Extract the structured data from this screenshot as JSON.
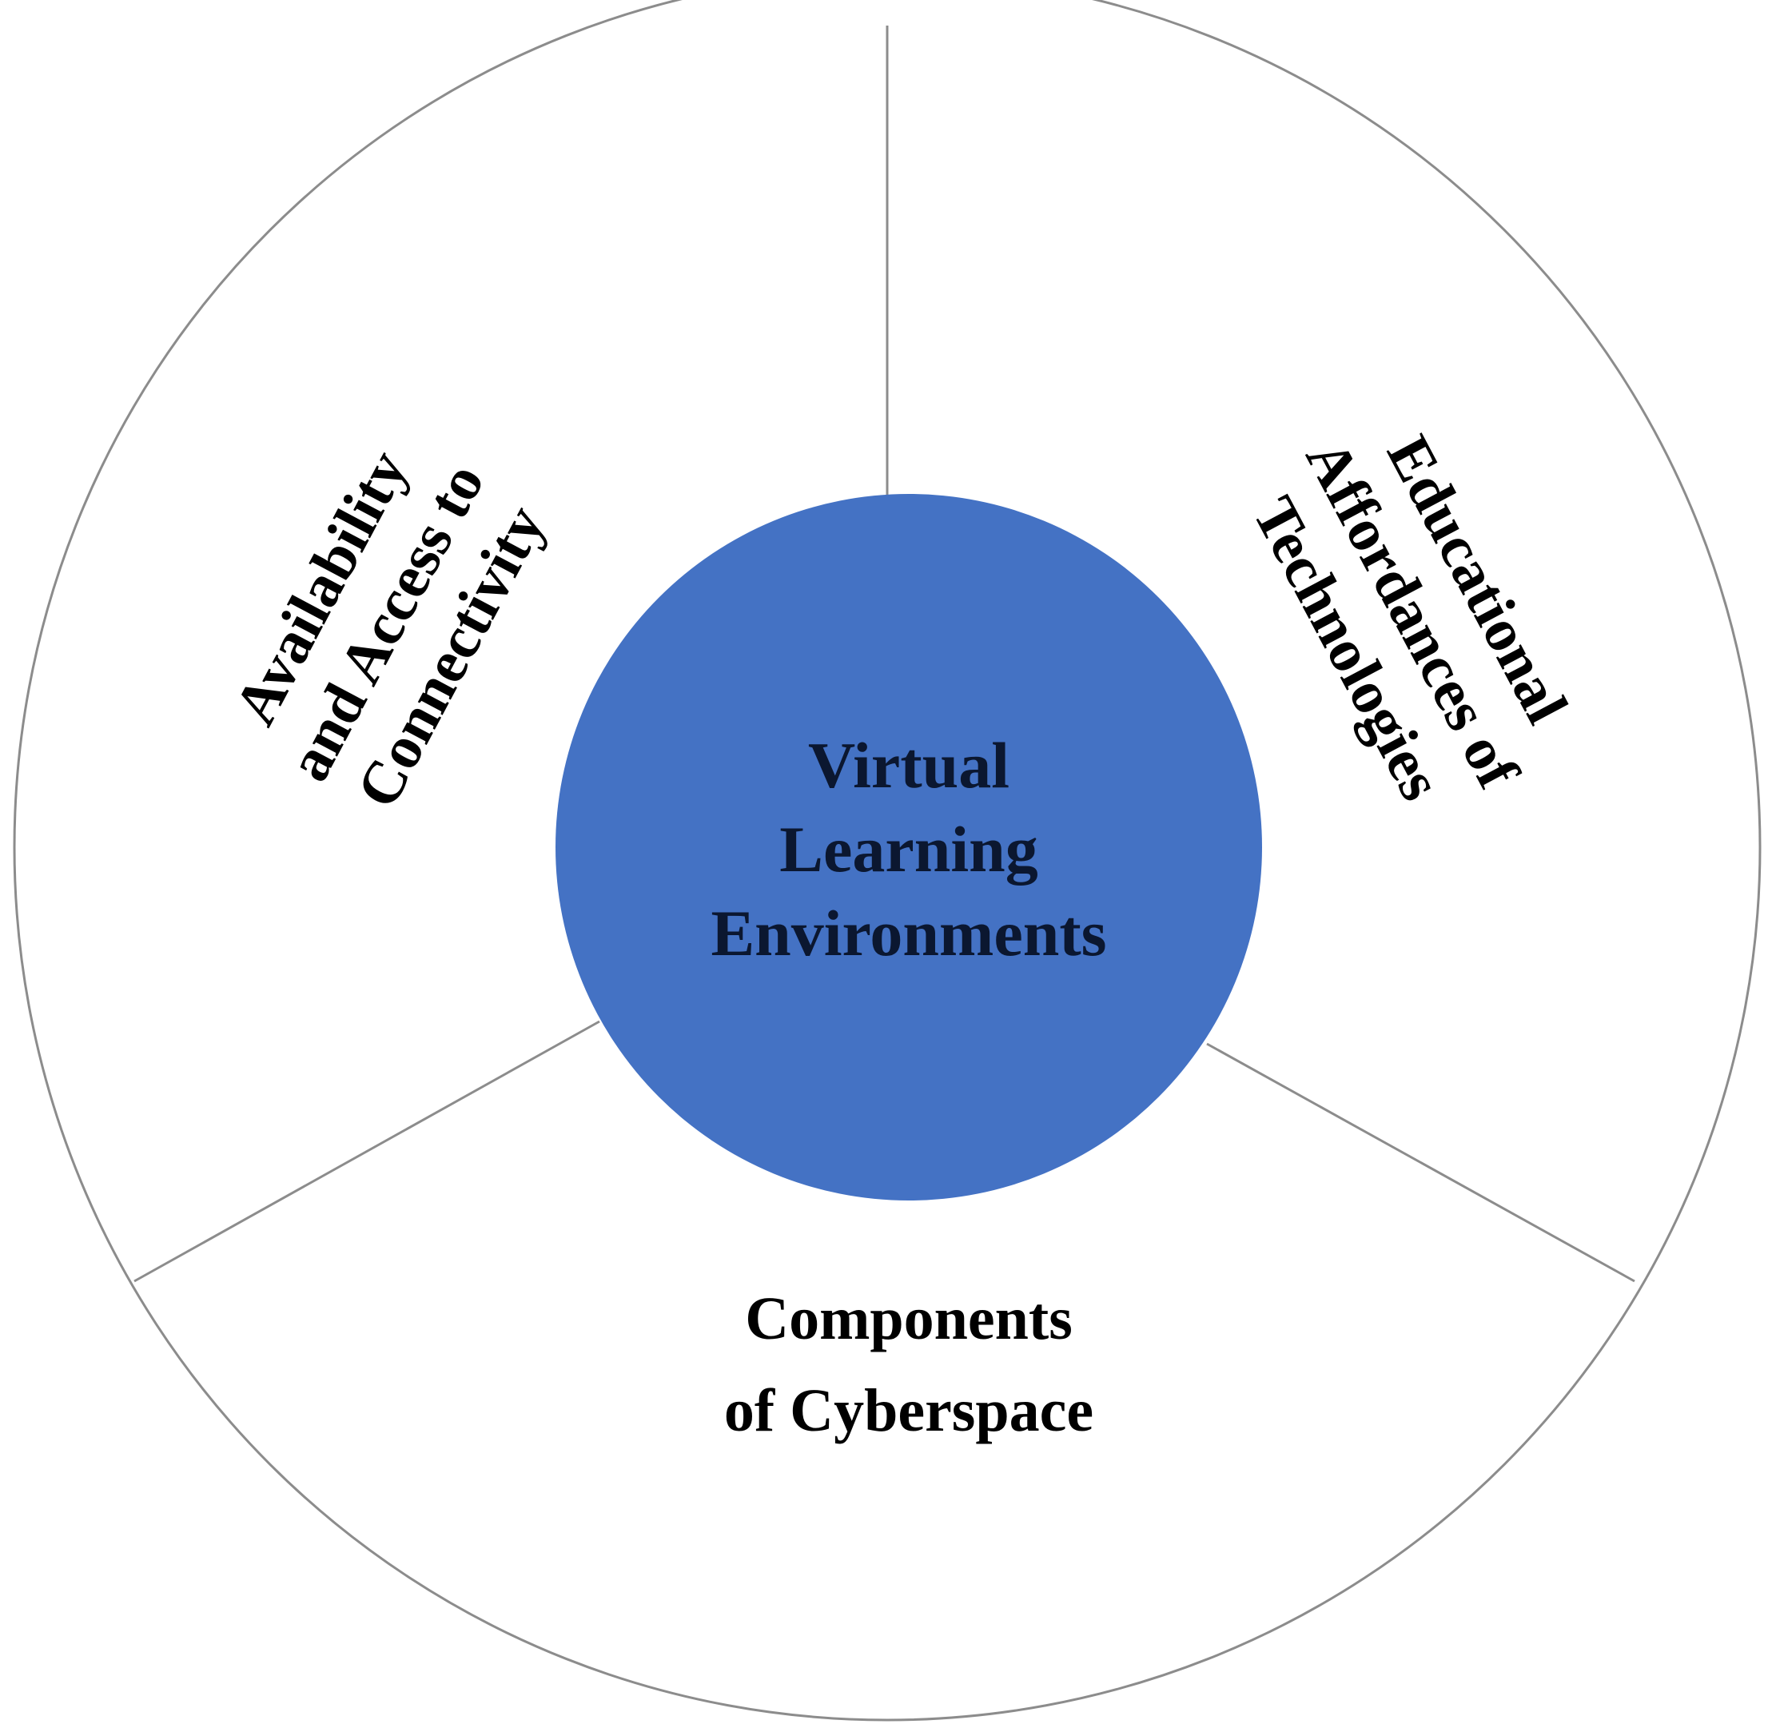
{
  "colors": {
    "hub_fill": "#4472C4",
    "ring_stroke": "#8C8C8C",
    "hub_text": "#0B1730",
    "segment_text": "#000000"
  },
  "center": {
    "lines": [
      "Virtual",
      "Learning",
      "Environments"
    ]
  },
  "segments": {
    "left": {
      "lines": [
        "Availability",
        "and Access to",
        "Connectivity"
      ]
    },
    "right": {
      "lines": [
        "Educational",
        "Affordances of",
        "Technologies"
      ]
    },
    "bottom": {
      "lines": [
        "Components",
        "of Cyberspace"
      ]
    }
  }
}
